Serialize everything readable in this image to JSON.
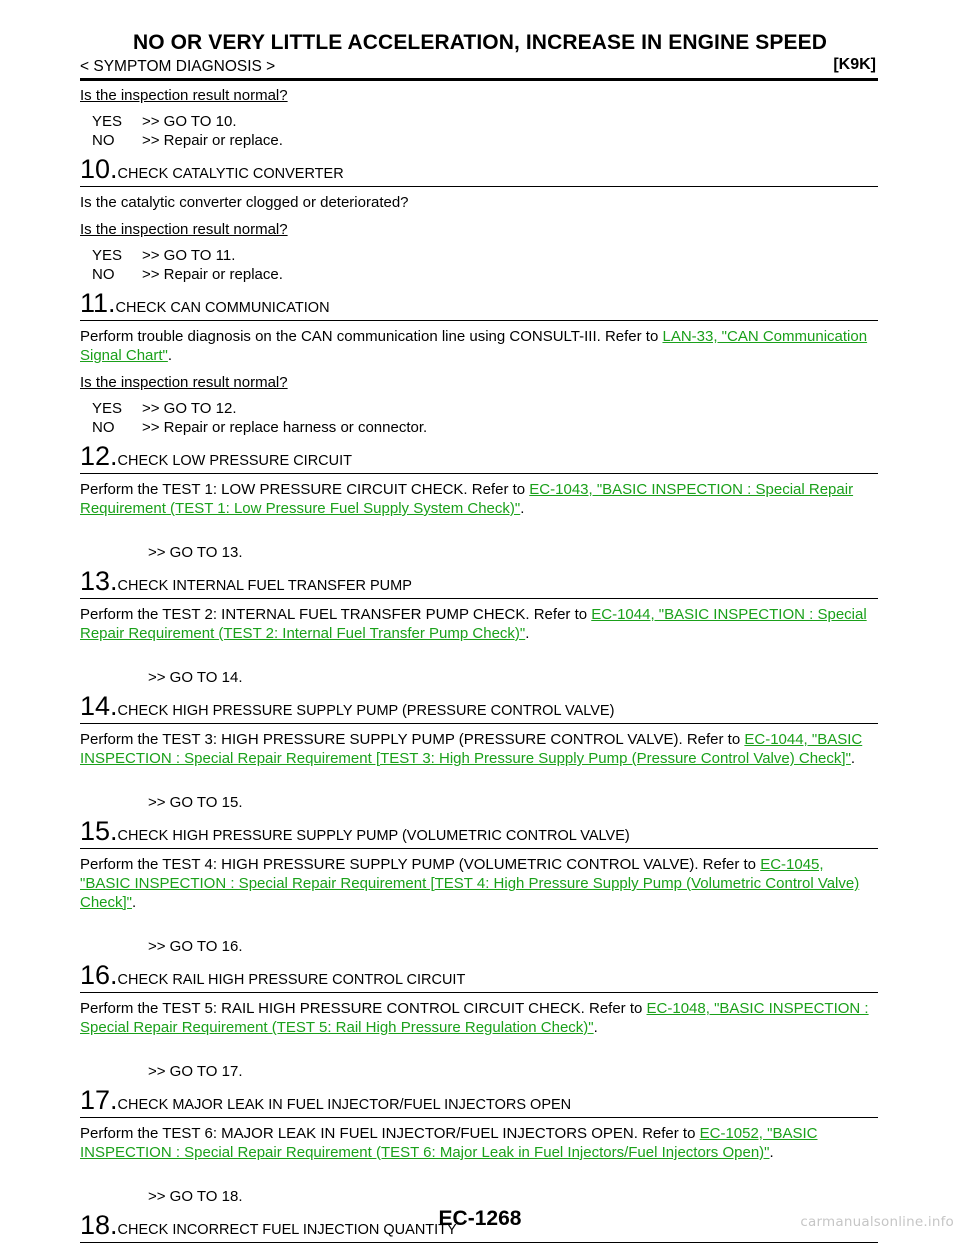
{
  "header": {
    "title": "NO OR VERY LITTLE ACCELERATION, INCREASE IN ENGINE SPEED",
    "section": "< SYMPTOM DIAGNOSIS >",
    "code": "[K9K]"
  },
  "intro": {
    "question": "Is the inspection result normal?",
    "yes": {
      "key": "YES",
      "text": ">> GO TO 10."
    },
    "no": {
      "key": "NO",
      "text": ">> Repair or replace."
    }
  },
  "steps": [
    {
      "num": "10.",
      "title": "CHECK CATALYTIC CONVERTER",
      "body": "Is the catalytic converter clogged or deteriorated?",
      "question": "Is the inspection result normal?",
      "yes": {
        "key": "YES",
        "text": ">> GO TO 11."
      },
      "no": {
        "key": "NO",
        "text": ">> Repair or replace."
      }
    },
    {
      "num": "11.",
      "title": "CHECK CAN COMMUNICATION",
      "body": "Perform trouble diagnosis on the CAN communication line using CONSULT-III. Refer to ",
      "link": "LAN-33, \"CAN Communication Signal Chart\"",
      "after": ".",
      "question": "Is the inspection result normal?",
      "yes": {
        "key": "YES",
        "text": ">> GO TO 12."
      },
      "no": {
        "key": "NO",
        "text": ">> Repair or replace harness or connector."
      }
    },
    {
      "num": "12.",
      "title": "CHECK LOW PRESSURE CIRCUIT",
      "body": "Perform the TEST 1: LOW PRESSURE CIRCUIT CHECK. Refer to ",
      "link": "EC-1043, \"BASIC INSPECTION : Special Repair Requirement (TEST 1: Low Pressure Fuel Supply System Check)\"",
      "after": ".",
      "goto": ">> GO TO 13."
    },
    {
      "num": "13.",
      "title": "CHECK INTERNAL FUEL TRANSFER PUMP",
      "body": "Perform the TEST 2: INTERNAL FUEL TRANSFER PUMP CHECK. Refer to ",
      "link": "EC-1044, \"BASIC INSPECTION : Special Repair Requirement (TEST 2: Internal Fuel Transfer Pump Check)\"",
      "after": ".",
      "goto": ">> GO TO 14."
    },
    {
      "num": "14.",
      "title": "CHECK HIGH PRESSURE SUPPLY PUMP (PRESSURE CONTROL VALVE)",
      "body": "Perform the TEST 3: HIGH PRESSURE SUPPLY PUMP (PRESSURE CONTROL VALVE). Refer to ",
      "link": "EC-1044, \"BASIC INSPECTION : Special Repair Requirement [TEST 3: High Pressure Supply Pump (Pressure Control Valve) Check]\"",
      "after": ".",
      "goto": ">> GO TO 15."
    },
    {
      "num": "15.",
      "title": "CHECK HIGH PRESSURE SUPPLY PUMP (VOLUMETRIC CONTROL VALVE)",
      "body": "Perform the TEST 4: HIGH PRESSURE SUPPLY PUMP (VOLUMETRIC CONTROL VALVE). Refer to ",
      "link": "EC-1045, \"BASIC INSPECTION : Special Repair Requirement [TEST 4: High Pressure Supply Pump (Volumetric Control Valve) Check]\"",
      "after": ".",
      "goto": ">> GO TO 16."
    },
    {
      "num": "16.",
      "title": "CHECK RAIL HIGH PRESSURE CONTROL CIRCUIT",
      "body": "Perform the TEST 5: RAIL HIGH PRESSURE CONTROL CIRCUIT CHECK. Refer to ",
      "link": "EC-1048, \"BASIC INSPECTION : Special Repair Requirement (TEST 5: Rail High Pressure Regulation Check)\"",
      "after": ".",
      "goto": ">> GO TO 17."
    },
    {
      "num": "17.",
      "title": "CHECK MAJOR LEAK IN FUEL INJECTOR/FUEL INJECTORS OPEN",
      "body": "Perform the TEST 6: MAJOR LEAK IN FUEL INJECTOR/FUEL INJECTORS OPEN. Refer to ",
      "link": "EC-1052, \"BASIC INSPECTION : Special Repair Requirement (TEST 6: Major Leak in Fuel Injectors/Fuel Injectors Open)\"",
      "after": ".",
      "goto": ">> GO TO 18."
    },
    {
      "num": "18.",
      "title": "CHECK INCORRECT FUEL INJECTION QUANTITY"
    }
  ],
  "footer": {
    "page": "EC-1268"
  },
  "watermark": "carmanualsonline.info",
  "colors": {
    "link": "#1aa01a",
    "text": "#000000",
    "watermark": "#c6c6c6"
  }
}
